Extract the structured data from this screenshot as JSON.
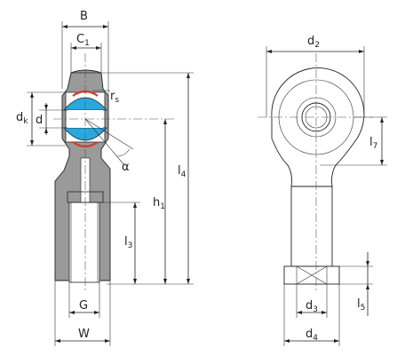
{
  "labels": {
    "B": "B",
    "C1": "C",
    "C1_sub": "1",
    "rs": "r",
    "rs_sub": "s",
    "dk": "d",
    "dk_sub": "k",
    "d": "d",
    "alpha": "α",
    "h1": "h",
    "h1_sub": "1",
    "l4": "l",
    "l4_sub": "4",
    "l3": "l",
    "l3_sub": "3",
    "G": "G",
    "W": "W",
    "d2": "d",
    "d2_sub": "2",
    "l7": "l",
    "l7_sub": "7",
    "d3": "d",
    "d3_sub": "3",
    "d4": "d",
    "d4_sub": "4",
    "l5": "l",
    "l5_sub": "5"
  },
  "colors": {
    "body_gray": "#9a9a9a",
    "insert_blue": "#29a8e0",
    "ring_red": "#d43a2a"
  }
}
